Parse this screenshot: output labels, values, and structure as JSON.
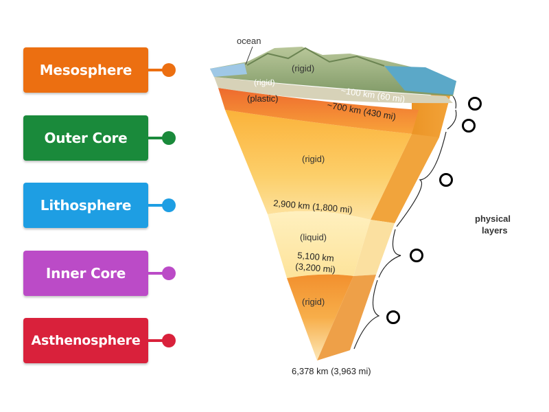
{
  "tiles": {
    "mesosphere": "Mesosphere",
    "outer_core": "Outer Core",
    "lithosphere": "Lithosphere",
    "inner_core": "Inner Core",
    "asthenosphere": "Asthenosphere"
  },
  "diagram": {
    "ocean": "ocean",
    "rigid_top": "(rigid)",
    "rigid_lower": "(rigid)",
    "depth_100": "~100 km (60 mi)",
    "plastic": "(plastic)",
    "depth_700": "~700 km (430 mi)",
    "rigid_mantle": "(rigid)",
    "depth_2900": "2,900 km (1,800 mi)",
    "liquid": "(liquid)",
    "depth_5100_km": "5,100 km",
    "depth_5100_mi": "(3,200 mi)",
    "rigid_core": "(rigid)",
    "depth_6378": "6,378 km (3,963 mi)",
    "physical_1": "physical",
    "physical_2": "layers"
  },
  "colors": {
    "mesosphere": "#ec6f11",
    "outer_core": "#1a8a3b",
    "lithosphere": "#1e9ee3",
    "inner_core": "#bb4bc7",
    "asthenosphere": "#d9213b"
  }
}
